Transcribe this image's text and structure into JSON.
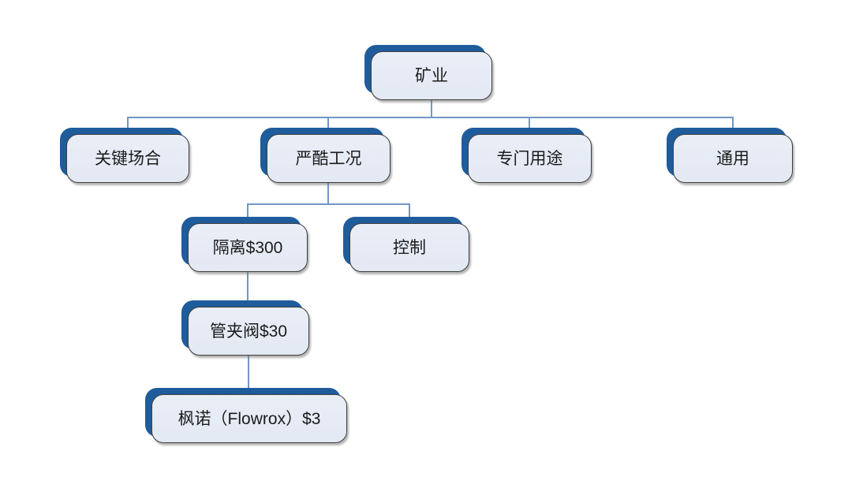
{
  "diagram": {
    "type": "org-chart-tree",
    "colors": {
      "node_back": "#1f5c9c",
      "node_face": "#e7ecf4",
      "node_border": "#3d3d3d",
      "connector": "#7296c5",
      "text": "#1b1b1b",
      "background": "#ffffff"
    },
    "nodes": [
      {
        "id": "mining",
        "label": "矿业",
        "level": 1,
        "parent": null
      },
      {
        "id": "critical",
        "label": "关键场合",
        "level": 2,
        "parent": "mining"
      },
      {
        "id": "severe",
        "label": "严酷工况",
        "level": 2,
        "parent": "mining"
      },
      {
        "id": "special",
        "label": "专门用途",
        "level": 2,
        "parent": "mining"
      },
      {
        "id": "general",
        "label": "通用",
        "level": 2,
        "parent": "mining"
      },
      {
        "id": "isolation",
        "label": "隔离$300",
        "level": 3,
        "parent": "severe"
      },
      {
        "id": "control",
        "label": "控制",
        "level": 3,
        "parent": "severe"
      },
      {
        "id": "pinch-valve",
        "label": "管夹阀$30",
        "level": 4,
        "parent": "isolation"
      },
      {
        "id": "flowrox",
        "label": "枫诺（Flowrox）$3",
        "level": 5,
        "parent": "pinch-valve"
      }
    ],
    "edges": [
      [
        "mining",
        "critical"
      ],
      [
        "mining",
        "severe"
      ],
      [
        "mining",
        "special"
      ],
      [
        "mining",
        "general"
      ],
      [
        "severe",
        "isolation"
      ],
      [
        "severe",
        "control"
      ],
      [
        "isolation",
        "pinch-valve"
      ],
      [
        "pinch-valve",
        "flowrox"
      ]
    ]
  }
}
